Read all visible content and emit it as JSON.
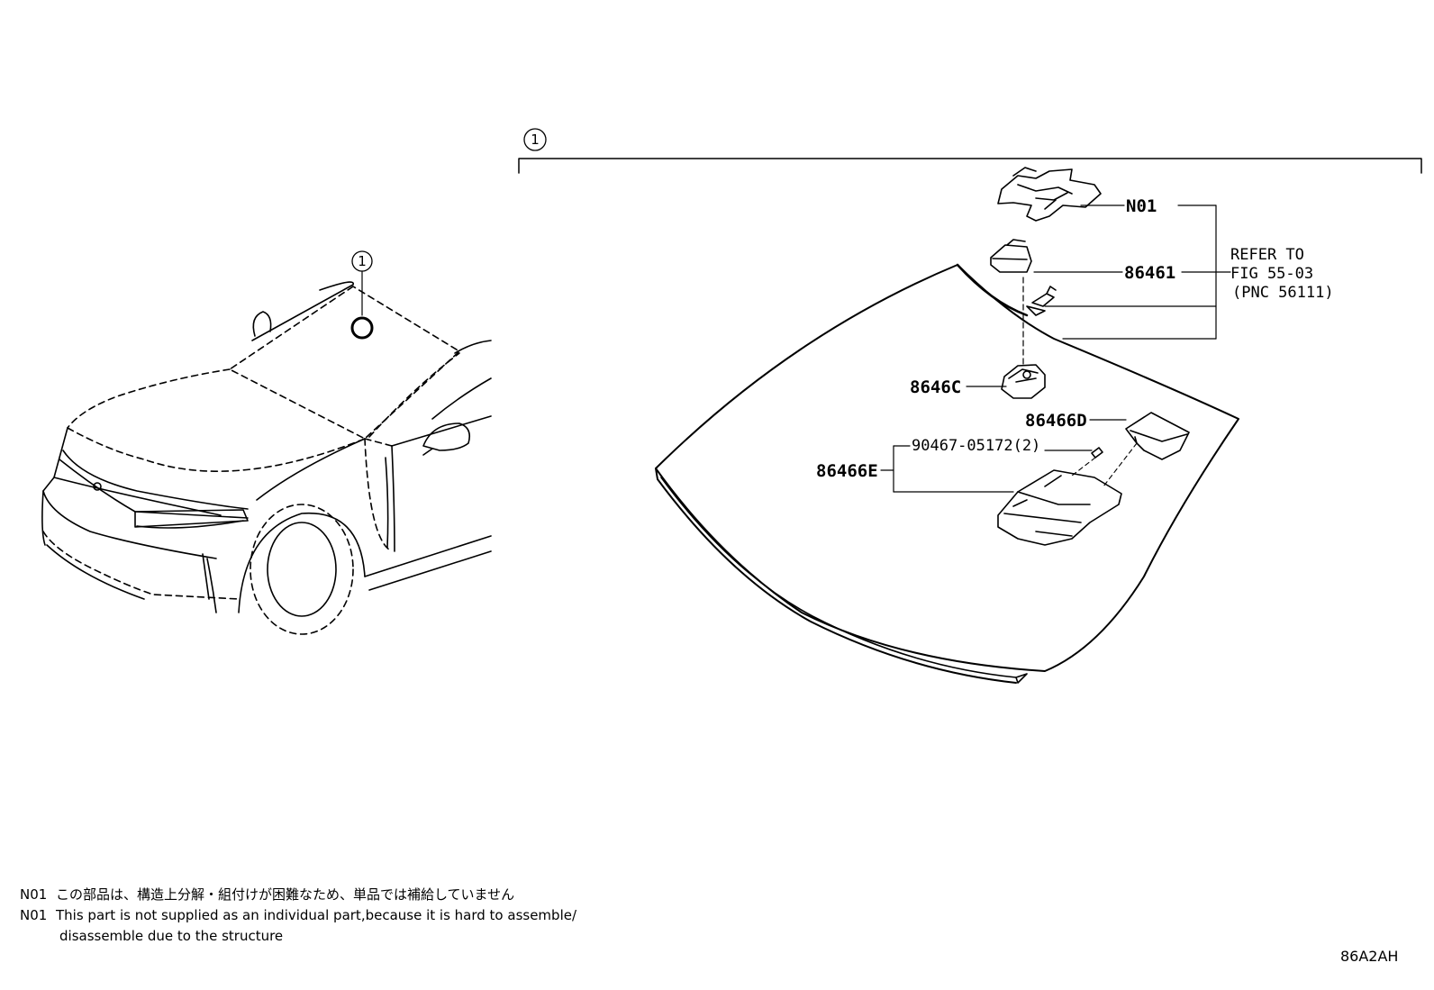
{
  "callout": "1",
  "parts": {
    "n01": "N01",
    "p86461": "86461",
    "p8646c": "8646C",
    "p86466d": "86466D",
    "p90467": "90467-05172(2)",
    "p86466e": "86466E"
  },
  "refer": {
    "line1": "REFER TO",
    "line2": "FIG 55-03",
    "line3": "(PNC 56111)"
  },
  "notes": {
    "code": "N01",
    "jp": "この部品は、構造上分解・組付けが困難なため、単品では補給していません",
    "en1": "This part is not supplied as an individual part,because it is hard to assemble/",
    "en2": "disassemble due to the structure"
  },
  "figure_id": "86A2AH"
}
